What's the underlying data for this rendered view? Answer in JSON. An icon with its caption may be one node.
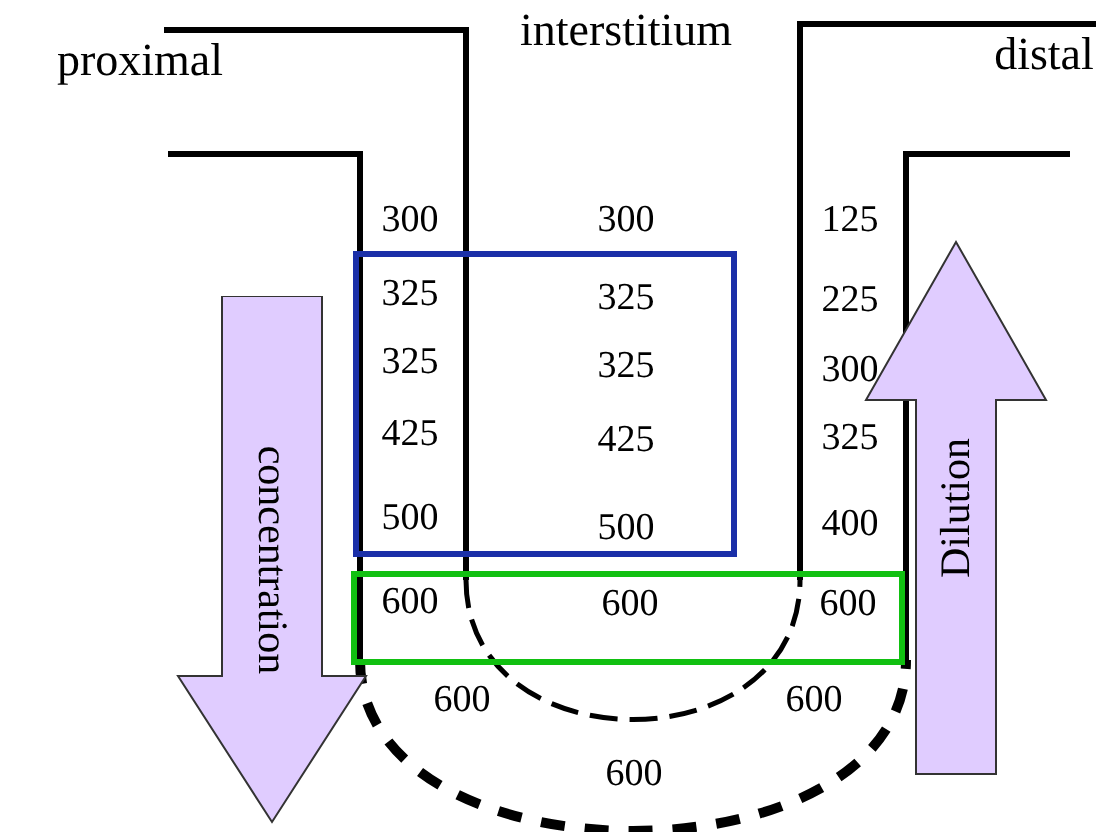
{
  "diagram": {
    "nodes": [
      {
        "text": [
          "concentration"
        ]
      },
      {
        "text": [
          "Dilution"
        ]
      }
    ],
    "labels": [
      "proximal",
      "interstitium",
      "distal",
      "300",
      "300",
      "125",
      "325",
      "325",
      "225",
      "325",
      "325",
      "300",
      "425",
      "425",
      "325",
      "500",
      "500",
      "400",
      "600",
      "600",
      "600",
      "600",
      "600",
      "600"
    ]
  }
}
